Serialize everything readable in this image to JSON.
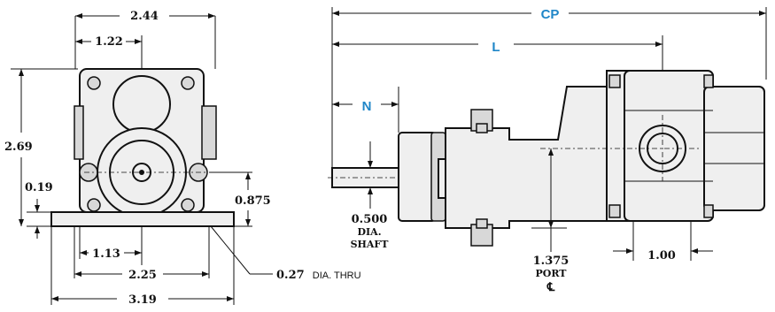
{
  "front_view": {
    "width_overall": "2.44",
    "half_width": "1.22",
    "height": "2.69",
    "base_offset": "0.19",
    "shaft_height": "0.875",
    "hole_offset": "1.13",
    "hole_spacing": "2.25",
    "base_width": "3.19",
    "hole_note_value": "0.27",
    "hole_note_text": "DIA. THRU"
  },
  "side_view": {
    "label_cp": "CP",
    "label_l": "L",
    "label_n": "N",
    "shaft_dia_value": "0.500",
    "shaft_dia_line2": "DIA.",
    "shaft_dia_line3": "SHAFT",
    "port_value": "1.375",
    "port_line2": "PORT",
    "port_line3": "℄",
    "port_width": "1.00"
  },
  "colors": {
    "accent_blue": "#1f86c8",
    "line": "#111111"
  }
}
